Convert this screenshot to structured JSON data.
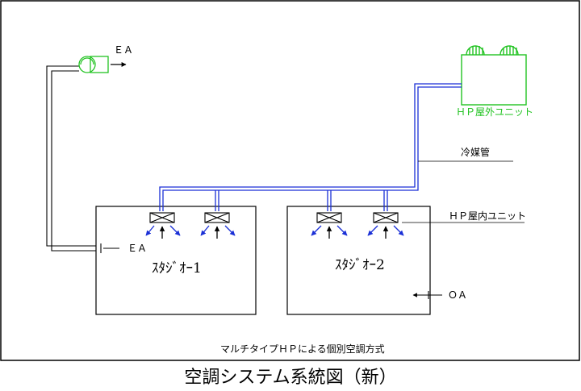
{
  "labels": {
    "ea_top": "ＥＡ",
    "ea_room": "ＥＡ",
    "oa": "ＯＡ",
    "outdoor_unit": "ＨＰ屋外ユニット",
    "refrigerant_pipe": "冷媒管",
    "indoor_unit": "ＨＰ屋内ユニット",
    "room1": "ｽﾀｼﾞｵｰ1",
    "room2": "ｽﾀｼﾞｵｰ2",
    "system_note": "マルチタイプＨＰによる個別空調方式"
  },
  "caption": "空調システム系統図（新）",
  "colors": {
    "pipe": "#1a2fd6",
    "airflow_arrow": "#1a2fd6",
    "outdoor_unit": "#22c322",
    "line": "#000000"
  }
}
